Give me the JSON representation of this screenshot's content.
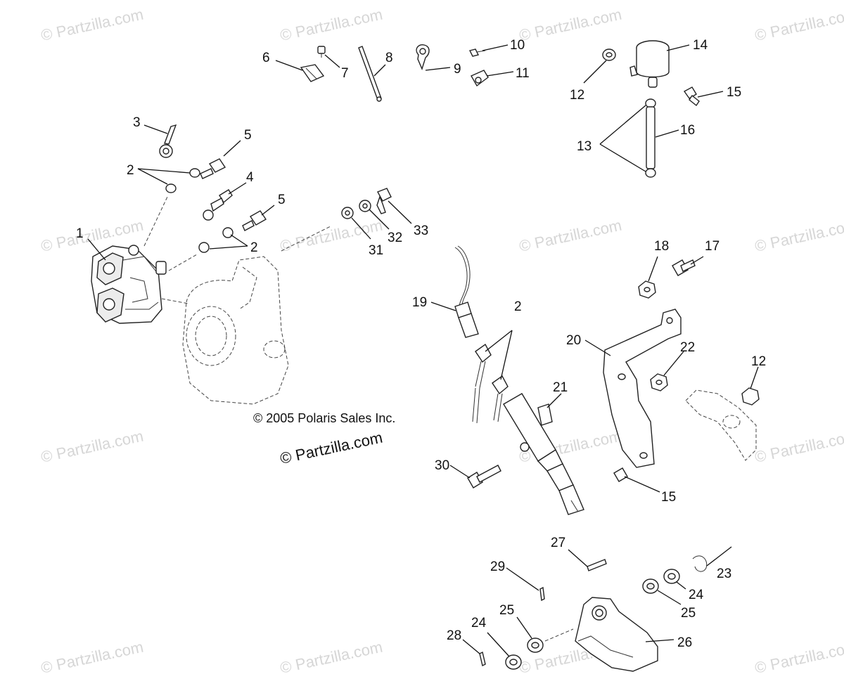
{
  "copyright": "© 2005 Polaris Sales Inc.",
  "watermark": "© Partzilla.com",
  "callouts": [
    {
      "id": "c1",
      "label": "1"
    },
    {
      "id": "c2a",
      "label": "2"
    },
    {
      "id": "c2b",
      "label": "2"
    },
    {
      "id": "c2c",
      "label": "2"
    },
    {
      "id": "c3",
      "label": "3"
    },
    {
      "id": "c4",
      "label": "4"
    },
    {
      "id": "c5a",
      "label": "5"
    },
    {
      "id": "c5b",
      "label": "5"
    },
    {
      "id": "c6",
      "label": "6"
    },
    {
      "id": "c7",
      "label": "7"
    },
    {
      "id": "c8",
      "label": "8"
    },
    {
      "id": "c9",
      "label": "9"
    },
    {
      "id": "c10",
      "label": "10"
    },
    {
      "id": "c11",
      "label": "11"
    },
    {
      "id": "c12a",
      "label": "12"
    },
    {
      "id": "c12b",
      "label": "12"
    },
    {
      "id": "c13",
      "label": "13"
    },
    {
      "id": "c14",
      "label": "14"
    },
    {
      "id": "c15a",
      "label": "15"
    },
    {
      "id": "c15b",
      "label": "15"
    },
    {
      "id": "c16",
      "label": "16"
    },
    {
      "id": "c17",
      "label": "17"
    },
    {
      "id": "c18",
      "label": "18"
    },
    {
      "id": "c19",
      "label": "19"
    },
    {
      "id": "c20",
      "label": "20"
    },
    {
      "id": "c21",
      "label": "21"
    },
    {
      "id": "c22",
      "label": "22"
    },
    {
      "id": "c23",
      "label": "23"
    },
    {
      "id": "c24a",
      "label": "24"
    },
    {
      "id": "c24b",
      "label": "24"
    },
    {
      "id": "c25a",
      "label": "25"
    },
    {
      "id": "c25b",
      "label": "25"
    },
    {
      "id": "c26",
      "label": "26"
    },
    {
      "id": "c27",
      "label": "27"
    },
    {
      "id": "c28",
      "label": "28"
    },
    {
      "id": "c29",
      "label": "29"
    },
    {
      "id": "c30",
      "label": "30"
    },
    {
      "id": "c31",
      "label": "31"
    },
    {
      "id": "c32",
      "label": "32"
    },
    {
      "id": "c33",
      "label": "33"
    }
  ]
}
